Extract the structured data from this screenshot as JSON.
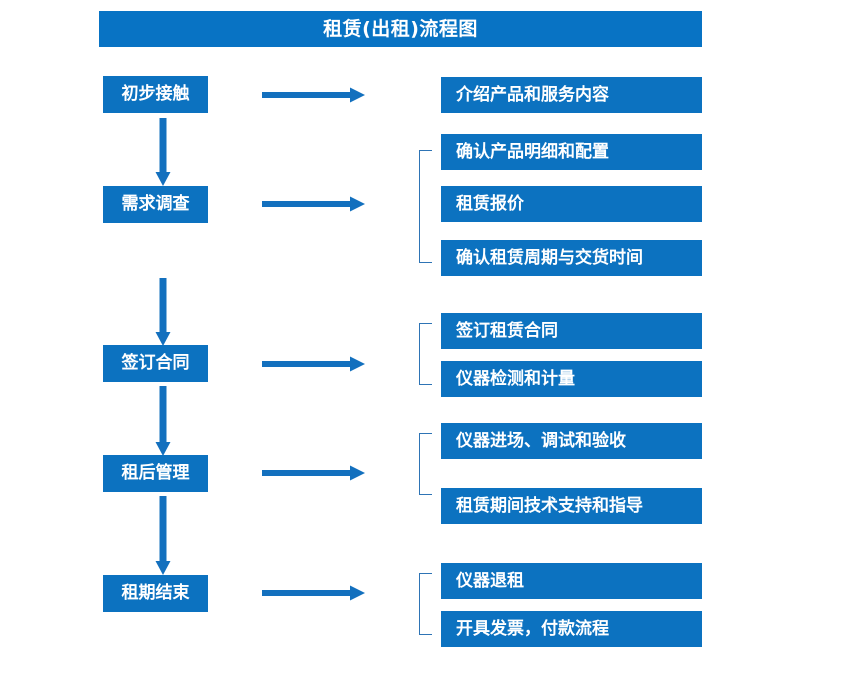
{
  "document": {
    "title": "租赁(出租)流程图",
    "accent_color": "#0873C4",
    "box_color": "#0C72C0",
    "arrow_color": "#1370BE",
    "bracket_color": "#2E74B5",
    "text_color": "#FFFFFF",
    "background_color": "#FFFFFF"
  },
  "stages": [
    {
      "id": "stage-1",
      "label": "初步接触"
    },
    {
      "id": "stage-2",
      "label": "需求调查"
    },
    {
      "id": "stage-3",
      "label": "签订合同"
    },
    {
      "id": "stage-4",
      "label": "租后管理"
    },
    {
      "id": "stage-5",
      "label": "租期结束"
    }
  ],
  "details": [
    {
      "id": "detail-1-1",
      "label": "介绍产品和服务内容"
    },
    {
      "id": "detail-2-1",
      "label": "确认产品明细和配置"
    },
    {
      "id": "detail-2-2",
      "label": "租赁报价"
    },
    {
      "id": "detail-2-3",
      "label": "确认租赁周期与交货时间"
    },
    {
      "id": "detail-3-1",
      "label": "签订租赁合同"
    },
    {
      "id": "detail-3-2",
      "label": "仪器检测和计量"
    },
    {
      "id": "detail-4-1",
      "label": "仪器进场、调试和验收"
    },
    {
      "id": "detail-4-2",
      "label": "租赁期间技术支持和指导"
    },
    {
      "id": "detail-5-1",
      "label": "仪器退租"
    },
    {
      "id": "detail-5-2",
      "label": "开具发票，付款流程"
    }
  ],
  "connectors": {
    "horizontal_arrow_count": 5,
    "vertical_arrow_count": 4,
    "bracket_count": 4
  }
}
